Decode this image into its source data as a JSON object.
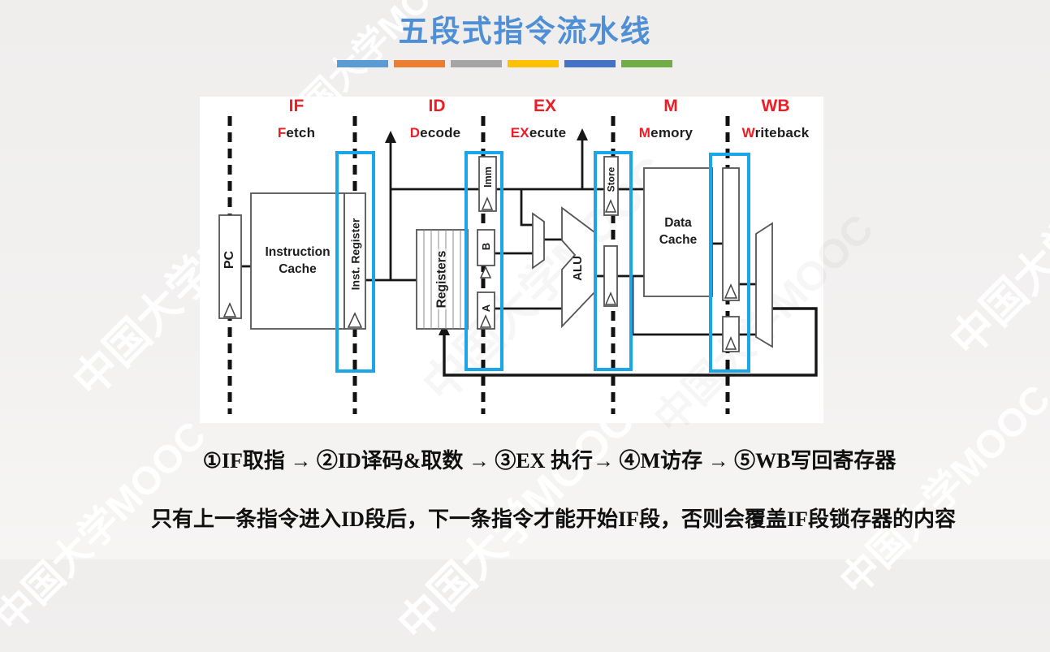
{
  "title": "五段式指令流水线",
  "watermark": "中国大学MOOC",
  "accent_bars": [
    "#5B9BD5",
    "#ED7D31",
    "#A5A5A5",
    "#FFC000",
    "#4472C4",
    "#70AD47"
  ],
  "colors": {
    "title_blue": "#4E8FD5",
    "stage_red": "#EE1C25",
    "highlight_box": "#1BA6E8"
  },
  "stages": [
    {
      "abbr": "IF",
      "red": "F",
      "rest": "etch"
    },
    {
      "abbr": "ID",
      "red": "D",
      "rest": "ecode"
    },
    {
      "abbr": "EX",
      "red": "EX",
      "rest": "ecute"
    },
    {
      "abbr": "M",
      "red": "M",
      "rest": "emory"
    },
    {
      "abbr": "WB",
      "red": "W",
      "rest": "riteback"
    }
  ],
  "diagram": {
    "pc": "PC",
    "instruction_cache": "Instruction Cache",
    "inst_register": "Inst. Register",
    "registers": "Registers",
    "imm": "Imm",
    "b": "B",
    "a": "A",
    "alu": "ALU",
    "store": "Store",
    "data_cache": "Data Cache"
  },
  "notes": {
    "step_flow": "①IF取指 → ②ID译码&取数 → ③EX 执行→ ④M访存 → ⑤WB写回寄存器",
    "constraint": "只有上一条指令进入ID段后，下一条指令才能开始IF段，否则会覆盖IF段锁存器的内容"
  }
}
